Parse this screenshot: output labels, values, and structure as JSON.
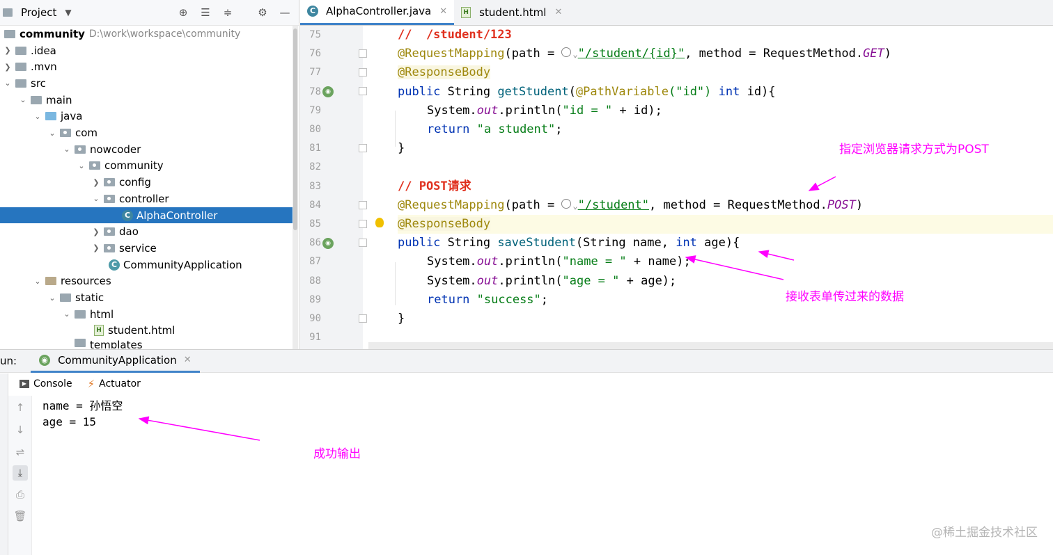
{
  "project": {
    "title": "Project",
    "root": {
      "name": "community",
      "path": "D:\\work\\workspace\\community"
    },
    "items": [
      {
        "label": ".idea"
      },
      {
        "label": ".mvn"
      },
      {
        "label": "src"
      },
      {
        "label": "main"
      },
      {
        "label": "java"
      },
      {
        "label": "com"
      },
      {
        "label": "nowcoder"
      },
      {
        "label": "community"
      },
      {
        "label": "config"
      },
      {
        "label": "controller"
      },
      {
        "label": "AlphaController"
      },
      {
        "label": "dao"
      },
      {
        "label": "service"
      },
      {
        "label": "CommunityApplication"
      },
      {
        "label": "resources"
      },
      {
        "label": "static"
      },
      {
        "label": "html"
      },
      {
        "label": "student.html"
      },
      {
        "label": "templates"
      }
    ]
  },
  "editor_tabs": [
    {
      "label": "AlphaController.java",
      "icon": "C"
    },
    {
      "label": "student.html",
      "icon": "H"
    }
  ],
  "line_numbers": [
    "75",
    "76",
    "77",
    "78",
    "79",
    "80",
    "81",
    "82",
    "83",
    "84",
    "85",
    "86",
    "87",
    "88",
    "89",
    "90",
    "91"
  ],
  "code": {
    "l75": "//  /student/123",
    "l76a": "@RequestMapping",
    "l76b": "(path = ",
    "l76c": "\"/student/{id}\"",
    "l76d": ", method = RequestMethod.",
    "l76e": "GET",
    "l76f": ")",
    "l77": "@ResponseBody",
    "l78a": "public",
    "l78b": " String ",
    "l78c": "getStudent",
    "l78d": "(",
    "l78e": "@PathVariable",
    "l78f": "(\"id\")",
    "l78g": " int",
    "l78h": " id){",
    "l79a": "System.",
    "l79b": "out",
    "l79c": ".println(",
    "l79d": "\"id = \"",
    "l79e": " + id);",
    "l80a": "return",
    "l80b": " \"a student\"",
    "l80c": ";",
    "l81": "}",
    "l83": "// POST请求",
    "l84a": "@RequestMapping",
    "l84b": "(path = ",
    "l84c": "\"/student\"",
    "l84d": ", method = RequestMethod.",
    "l84e": "POST",
    "l84f": ")",
    "l85": "@ResponseBody",
    "l86a": "public",
    "l86b": " String ",
    "l86c": "saveStudent",
    "l86d": "(String name, ",
    "l86e": "int",
    "l86f": " age){",
    "l87a": "System.",
    "l87b": "out",
    "l87c": ".println(",
    "l87d": "\"name = \"",
    "l87e": " + name);",
    "l88a": "System.",
    "l88b": "out",
    "l88c": ".println(",
    "l88d": "\"age = \"",
    "l88e": " + age);",
    "l89a": "return",
    "l89b": " \"success\"",
    "l89c": ";",
    "l90": "}"
  },
  "run": {
    "prefix": "un:",
    "config": "CommunityApplication",
    "console_tab": "Console",
    "actuator_tab": "Actuator",
    "output": [
      "name = 孙悟空",
      "age = 15"
    ]
  },
  "annotations": {
    "post_note": "指定浏览器请求方式为POST",
    "form_note": "接收表单传过来的数据",
    "success_note": "成功输出"
  },
  "watermark": "@稀土掘金技术社区",
  "colors": {
    "selection": "#2675bf",
    "annotation": "#ff00ff",
    "keyword": "#0033b3",
    "string": "#067d17",
    "annotation_code": "#9e880d"
  }
}
